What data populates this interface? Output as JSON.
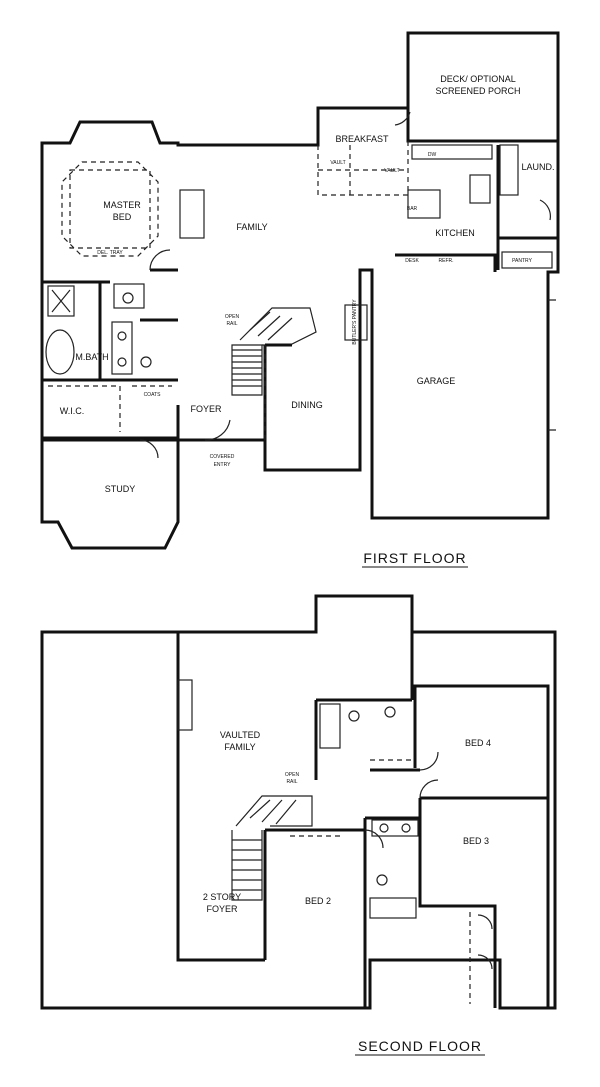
{
  "first_floor": {
    "title": "FIRST FLOOR",
    "rooms": {
      "deck": [
        "DECK/ OPTIONAL",
        "SCREENED PORCH"
      ],
      "breakfast": "BREAKFAST",
      "laundry": "LAUND.",
      "master_bed": [
        "MASTER",
        "BED"
      ],
      "family": "FAMILY",
      "kitchen": "KITCHEN",
      "m_bath": "M.BATH",
      "garage": "GARAGE",
      "wic": "W.I.C.",
      "foyer": "FOYER",
      "dining": "DINING",
      "study": "STUDY",
      "covered_entry": [
        "COVERED",
        "ENTRY"
      ]
    },
    "notes": {
      "tray": "DEL. TRAY",
      "vault1": "VAULT",
      "vault2": "VAULT",
      "dw": "DW",
      "bar": "BAR",
      "desk": "DESK",
      "refr": "REFR.",
      "pantry": "PANTRY",
      "open_rail": [
        "OPEN",
        "RAIL"
      ],
      "coats": "COATS",
      "butler": "BUTLER'S PANTRY"
    }
  },
  "second_floor": {
    "title": "SECOND FLOOR",
    "rooms": {
      "vaulted_family": [
        "VAULTED",
        "FAMILY"
      ],
      "bed4": "BED 4",
      "bed3": "BED 3",
      "bed2": "BED 2",
      "two_story_foyer": [
        "2 STORY",
        "FOYER"
      ]
    },
    "notes": {
      "open_rail": [
        "OPEN",
        "RAIL"
      ]
    }
  }
}
